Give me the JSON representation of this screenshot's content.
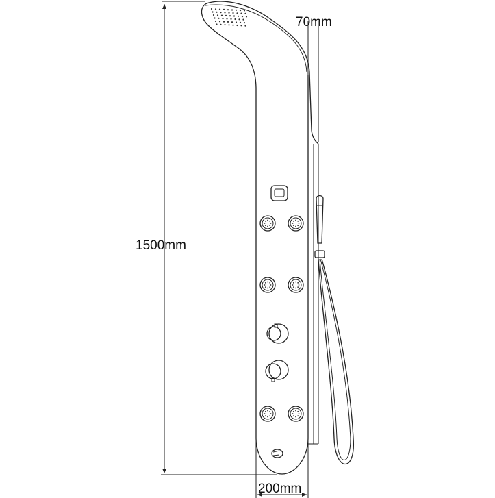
{
  "dimensions": {
    "height_label": "1500mm",
    "width_label": "200mm",
    "depth_label": "70mm"
  }
}
